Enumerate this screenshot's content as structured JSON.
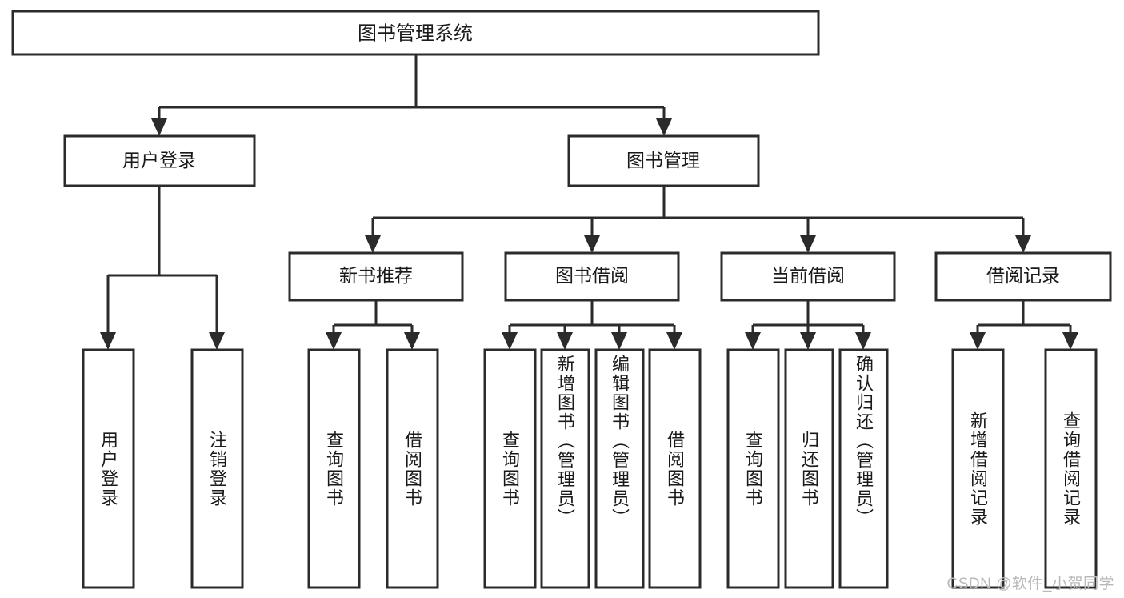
{
  "diagram": {
    "type": "tree-hierarchy",
    "title": "图书管理系统",
    "watermark": "CSDN @软件_小贺同学",
    "colors": {
      "stroke": "#2b2b2b",
      "fill": "#ffffff",
      "text": "#1a1a1a",
      "watermark": "#b9b9b9"
    },
    "root": {
      "label": "图书管理系统"
    },
    "level1": [
      {
        "id": "user-login",
        "label": "用户登录"
      },
      {
        "id": "book-management",
        "label": "图书管理"
      }
    ],
    "level2": [
      {
        "id": "new-book-recommend",
        "label": "新书推荐",
        "parent": "book-management"
      },
      {
        "id": "book-borrow",
        "label": "图书借阅",
        "parent": "book-management"
      },
      {
        "id": "current-borrow",
        "label": "当前借阅",
        "parent": "book-management"
      },
      {
        "id": "borrow-record",
        "label": "借阅记录",
        "parent": "book-management"
      }
    ],
    "leaves": {
      "user-login": [
        {
          "id": "leaf-user-login",
          "label": "用户登录"
        },
        {
          "id": "leaf-logout",
          "label": "注销登录"
        }
      ],
      "new-book-recommend": [
        {
          "id": "leaf-query-book-1",
          "label": "查询图书"
        },
        {
          "id": "leaf-borrow-book-1",
          "label": "借阅图书"
        }
      ],
      "book-borrow": [
        {
          "id": "leaf-query-book-2",
          "label": "查询图书"
        },
        {
          "id": "leaf-add-book",
          "label": "新增图书（管理员）"
        },
        {
          "id": "leaf-edit-book",
          "label": "编辑图书（管理员）"
        },
        {
          "id": "leaf-borrow-book-2",
          "label": "借阅图书"
        }
      ],
      "current-borrow": [
        {
          "id": "leaf-query-book-3",
          "label": "查询图书"
        },
        {
          "id": "leaf-return-book",
          "label": "归还图书"
        },
        {
          "id": "leaf-confirm-return",
          "label": "确认归还（管理员）"
        }
      ],
      "borrow-record": [
        {
          "id": "leaf-add-record",
          "label": "新增借阅记录"
        },
        {
          "id": "leaf-query-record",
          "label": "查询借阅记录"
        }
      ]
    }
  }
}
